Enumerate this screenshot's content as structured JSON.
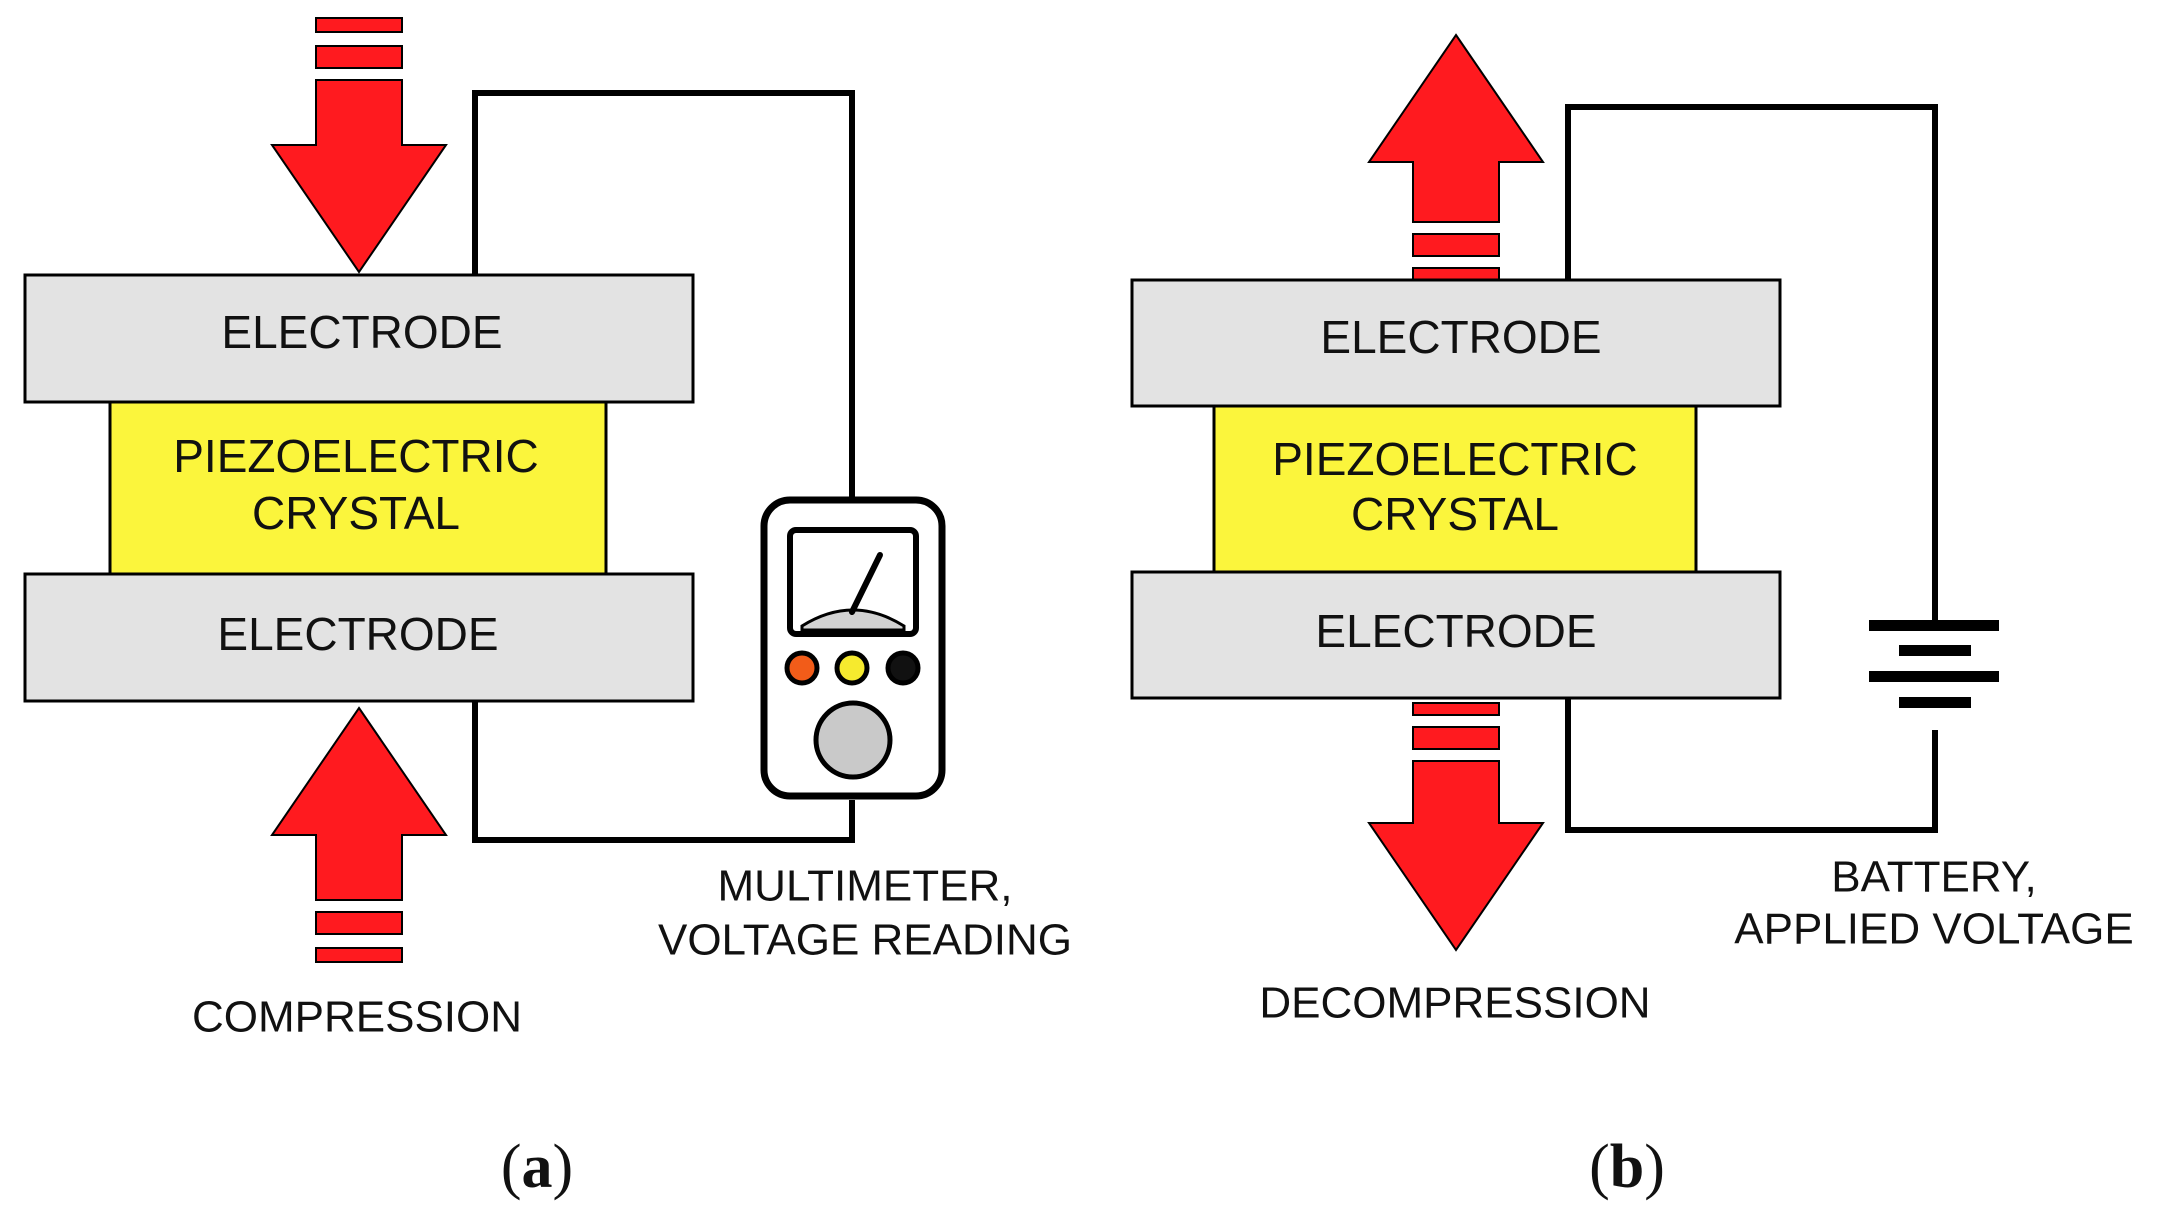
{
  "panel_a": {
    "top_electrode": "ELECTRODE",
    "crystal_line1": "PIEZOELECTRIC",
    "crystal_line2": "CRYSTAL",
    "bottom_electrode": "ELECTRODE",
    "meter_label_line1": "MULTIMETER,",
    "meter_label_line2": "VOLTAGE READING",
    "force_label": "COMPRESSION",
    "panel_letter": "a"
  },
  "panel_b": {
    "top_electrode": "ELECTRODE",
    "crystal_line1": "PIEZOELECTRIC",
    "crystal_line2": "CRYSTAL",
    "bottom_electrode": "ELECTRODE",
    "battery_label_line1": "BATTERY,",
    "battery_label_line2": "APPLIED VOLTAGE",
    "force_label": "DECOMPRESSION",
    "panel_letter": "b"
  },
  "colors": {
    "electrode": "#e3e3e3",
    "crystal": "#fbf53c",
    "arrow": "#ff1a1f",
    "wire": "#000000",
    "meter_knob": "#c9c9c9",
    "meter_led_left": "#f25c19",
    "meter_led_middle": "#f6ea2e",
    "meter_led_right": "#111111"
  }
}
